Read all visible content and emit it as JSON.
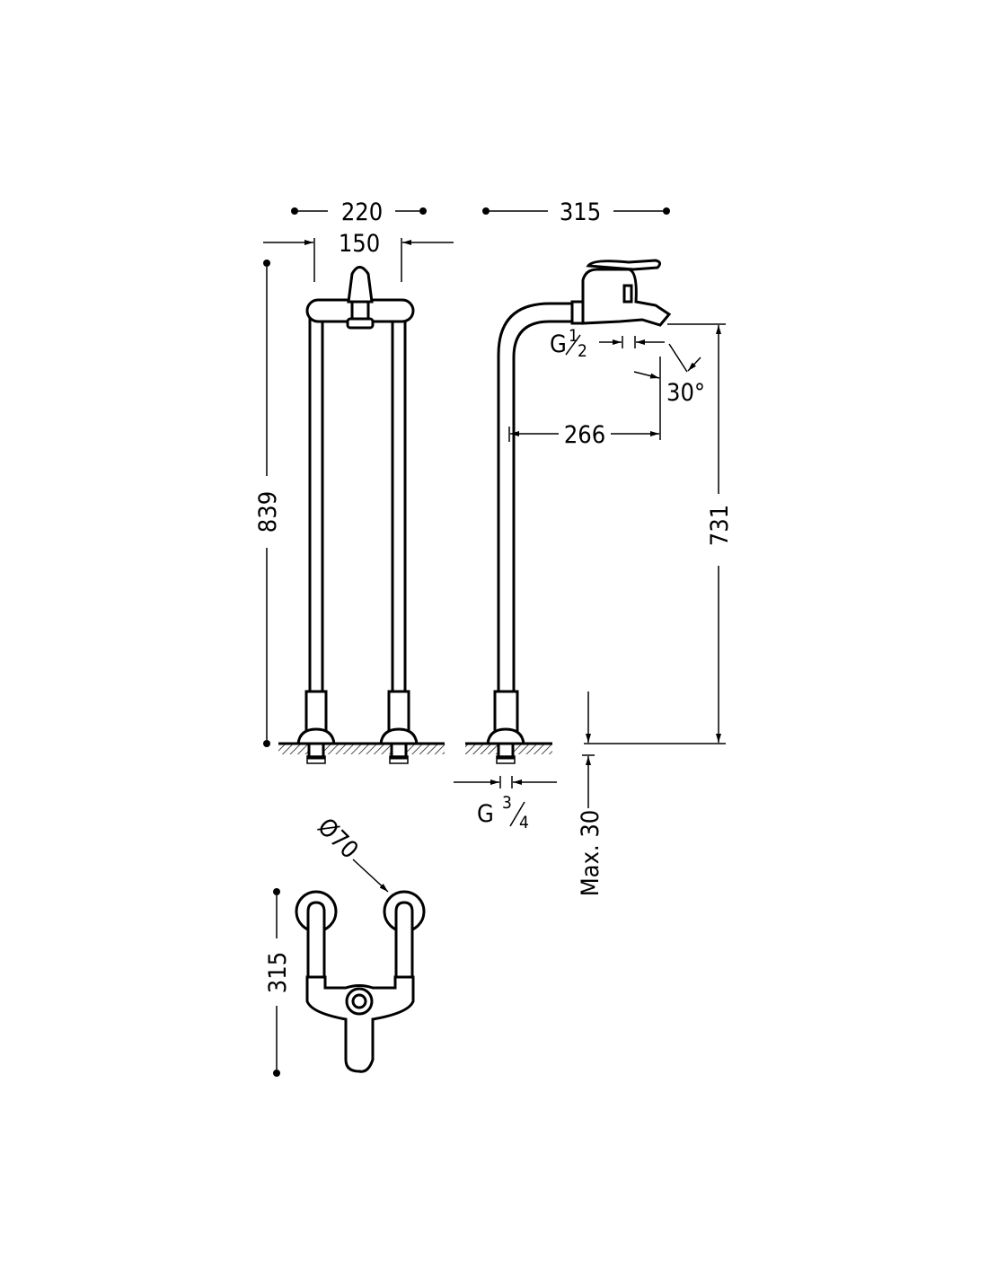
{
  "title": "Freestanding bath-shower mixer dimension drawing",
  "dimensions": {
    "front_width_outer": "220",
    "front_width_inner": "150",
    "front_height": "839",
    "side_depth": "315",
    "spout_reach": "266",
    "spout_angle": "30°",
    "spout_height": "731",
    "spout_thread_g": "G",
    "spout_thread_num": "1",
    "spout_thread_den": "2",
    "floor_thread_g": "G",
    "floor_thread_num": "3",
    "floor_thread_den": "4",
    "max_floor_thickness": "Max. 30",
    "flange_diameter": "Ø70",
    "plan_depth": "315"
  },
  "colors": {
    "line": "#000000",
    "background": "#ffffff"
  }
}
